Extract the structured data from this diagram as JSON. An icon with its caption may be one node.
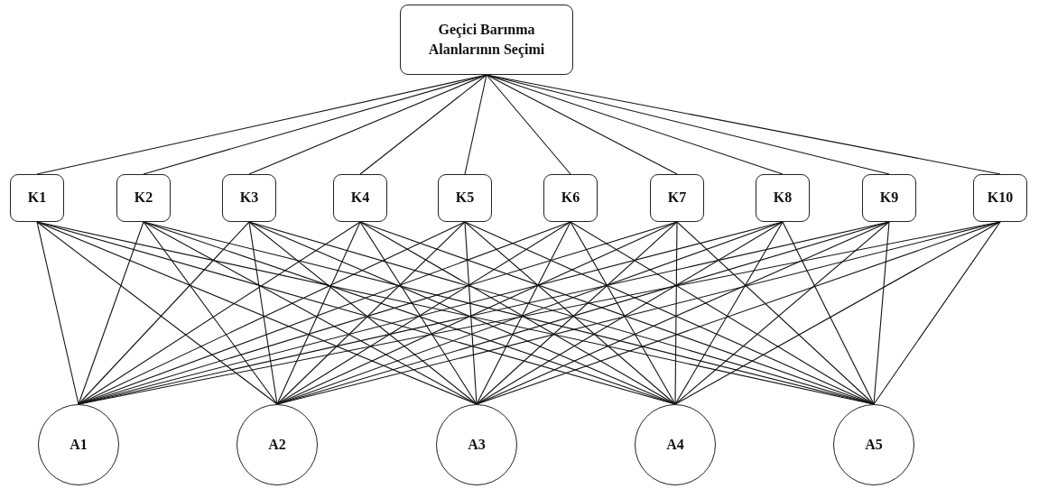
{
  "diagram": {
    "nodes": [
      {
        "text": [
          "Geçici Barınma Alanlarının Seçimi"
        ]
      },
      {
        "text": [
          "K1"
        ]
      },
      {
        "text": [
          "K2"
        ]
      },
      {
        "text": [
          "K3"
        ]
      },
      {
        "text": [
          "K4"
        ]
      },
      {
        "text": [
          "K5"
        ]
      },
      {
        "text": [
          "K6"
        ]
      },
      {
        "text": [
          "K7"
        ]
      },
      {
        "text": [
          "K8"
        ]
      },
      {
        "text": [
          "K9"
        ]
      },
      {
        "text": [
          "K10"
        ]
      },
      {
        "text": [
          "A1"
        ]
      },
      {
        "text": [
          "A2"
        ]
      },
      {
        "text": [
          "A3"
        ]
      },
      {
        "text": [
          "A4"
        ]
      },
      {
        "text": [
          "A5"
        ]
      }
    ],
    "edges": [
      {
        "from": 0,
        "to": 1,
        "arrow": "none"
      },
      {
        "from": 0,
        "to": 2,
        "arrow": "none"
      },
      {
        "from": 0,
        "to": 3,
        "arrow": "none"
      },
      {
        "from": 0,
        "to": 4,
        "arrow": "none"
      },
      {
        "from": 0,
        "to": 5,
        "arrow": "none"
      },
      {
        "from": 0,
        "to": 6,
        "arrow": "none"
      },
      {
        "from": 0,
        "to": 7,
        "arrow": "none"
      },
      {
        "from": 0,
        "to": 8,
        "arrow": "none"
      },
      {
        "from": 0,
        "to": 9,
        "arrow": "none"
      },
      {
        "from": 0,
        "to": 10,
        "arrow": "none"
      },
      {
        "from": 1,
        "to": 11,
        "arrow": "none"
      },
      {
        "from": 1,
        "to": 12,
        "arrow": "none"
      },
      {
        "from": 1,
        "to": 13,
        "arrow": "none"
      },
      {
        "from": 1,
        "to": 14,
        "arrow": "none"
      },
      {
        "from": 1,
        "to": 15,
        "arrow": "none"
      },
      {
        "from": 2,
        "to": 11,
        "arrow": "none"
      },
      {
        "from": 2,
        "to": 12,
        "arrow": "none"
      },
      {
        "from": 2,
        "to": 13,
        "arrow": "none"
      },
      {
        "from": 2,
        "to": 14,
        "arrow": "none"
      },
      {
        "from": 2,
        "to": 15,
        "arrow": "none"
      },
      {
        "from": 3,
        "to": 11,
        "arrow": "none"
      },
      {
        "from": 3,
        "to": 12,
        "arrow": "none"
      },
      {
        "from": 3,
        "to": 13,
        "arrow": "none"
      },
      {
        "from": 3,
        "to": 14,
        "arrow": "none"
      },
      {
        "from": 3,
        "to": 15,
        "arrow": "none"
      },
      {
        "from": 4,
        "to": 11,
        "arrow": "none"
      },
      {
        "from": 4,
        "to": 12,
        "arrow": "none"
      },
      {
        "from": 4,
        "to": 13,
        "arrow": "none"
      },
      {
        "from": 4,
        "to": 14,
        "arrow": "none"
      },
      {
        "from": 4,
        "to": 15,
        "arrow": "none"
      },
      {
        "from": 5,
        "to": 11,
        "arrow": "none"
      },
      {
        "from": 5,
        "to": 12,
        "arrow": "none"
      },
      {
        "from": 5,
        "to": 13,
        "arrow": "none"
      },
      {
        "from": 5,
        "to": 14,
        "arrow": "none"
      },
      {
        "from": 5,
        "to": 15,
        "arrow": "none"
      },
      {
        "from": 6,
        "to": 11,
        "arrow": "none"
      },
      {
        "from": 6,
        "to": 12,
        "arrow": "none"
      },
      {
        "from": 6,
        "to": 13,
        "arrow": "none"
      },
      {
        "from": 6,
        "to": 14,
        "arrow": "none"
      },
      {
        "from": 6,
        "to": 15,
        "arrow": "none"
      },
      {
        "from": 7,
        "to": 11,
        "arrow": "none"
      },
      {
        "from": 7,
        "to": 12,
        "arrow": "none"
      },
      {
        "from": 7,
        "to": 13,
        "arrow": "none"
      },
      {
        "from": 7,
        "to": 14,
        "arrow": "none"
      },
      {
        "from": 7,
        "to": 15,
        "arrow": "none"
      },
      {
        "from": 8,
        "to": 11,
        "arrow": "none"
      },
      {
        "from": 8,
        "to": 12,
        "arrow": "none"
      },
      {
        "from": 8,
        "to": 13,
        "arrow": "none"
      },
      {
        "from": 8,
        "to": 14,
        "arrow": "none"
      },
      {
        "from": 8,
        "to": 15,
        "arrow": "none"
      },
      {
        "from": 9,
        "to": 11,
        "arrow": "none"
      },
      {
        "from": 9,
        "to": 12,
        "arrow": "none"
      },
      {
        "from": 9,
        "to": 13,
        "arrow": "none"
      },
      {
        "from": 9,
        "to": 14,
        "arrow": "none"
      },
      {
        "from": 9,
        "to": 15,
        "arrow": "none"
      },
      {
        "from": 10,
        "to": 11,
        "arrow": "none"
      },
      {
        "from": 10,
        "to": 12,
        "arrow": "none"
      },
      {
        "from": 10,
        "to": 13,
        "arrow": "none"
      },
      {
        "from": 10,
        "to": 14,
        "arrow": "none"
      },
      {
        "from": 10,
        "to": 15,
        "arrow": "none"
      }
    ]
  }
}
